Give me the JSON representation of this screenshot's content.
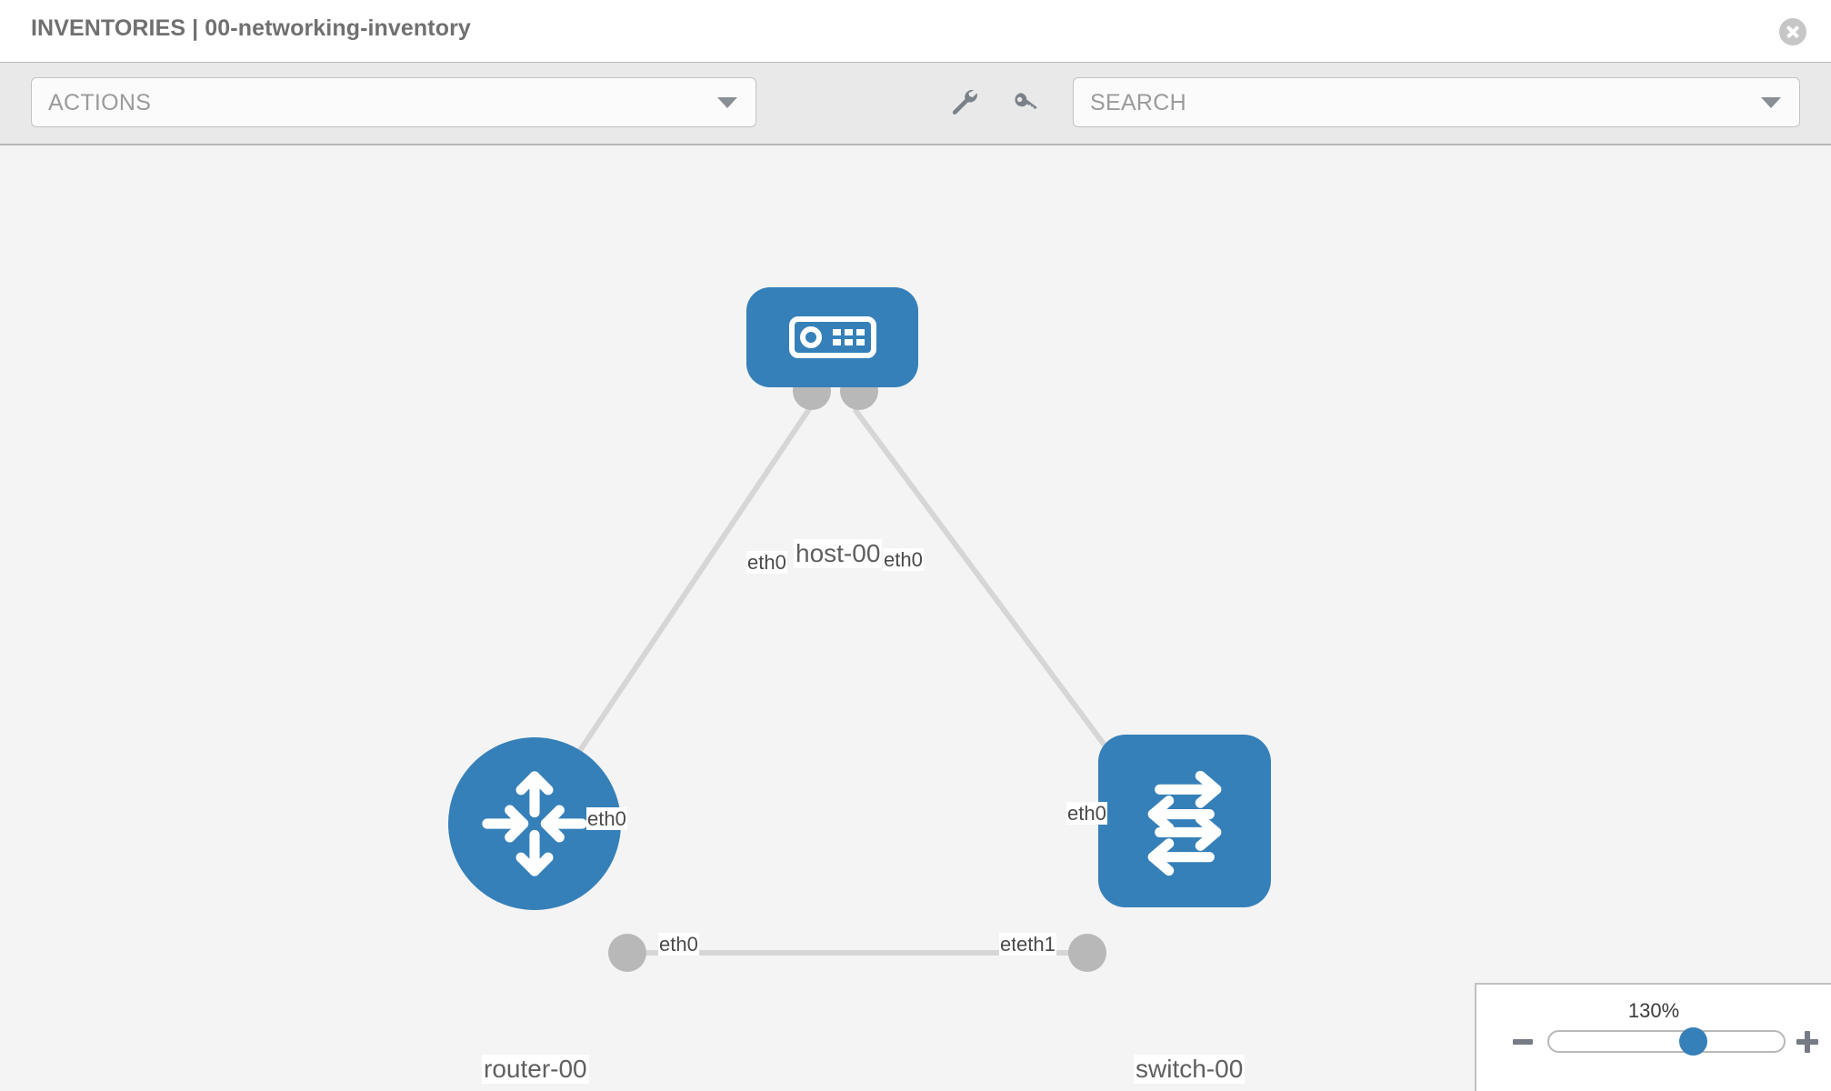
{
  "header": {
    "title": "INVENTORIES | 00-networking-inventory",
    "close_icon": "close-circle-icon"
  },
  "toolbar": {
    "actions_label": "ACTIONS",
    "actions_caret_icon": "chevron-down-icon",
    "wrench_icon": "wrench-icon",
    "key_icon": "key-icon",
    "search_placeholder": "SEARCH",
    "search_value": "",
    "search_caret_icon": "chevron-down-icon"
  },
  "topology": {
    "nodes": [
      {
        "id": "host-00",
        "label": "host-00",
        "type": "host",
        "icon": "server-icon",
        "shape": "rounded-rect",
        "color": "#3580b9"
      },
      {
        "id": "router-00",
        "label": "router-00",
        "type": "router",
        "icon": "router-icon",
        "shape": "circle",
        "color": "#3580b9"
      },
      {
        "id": "switch-00",
        "label": "switch-00",
        "type": "switch",
        "icon": "switch-icon",
        "shape": "rounded-square",
        "color": "#3580b9"
      }
    ],
    "edges": [
      {
        "from": "host-00",
        "to": "router-00",
        "from_interface": "eth0",
        "to_interface": "eth0"
      },
      {
        "from": "host-00",
        "to": "switch-00",
        "from_interface": "eth0",
        "to_interface": "eth0"
      },
      {
        "from": "router-00",
        "to": "switch-00",
        "from_interface": "eth0",
        "to_interface": "eth1",
        "to_interface_overlap": "eth"
      }
    ],
    "edge_color": "#d6d6d6",
    "connector_color": "#b8b8b8"
  },
  "zoom_control": {
    "percent": "130%",
    "minus_icon": "minus-icon",
    "plus_icon": "plus-icon",
    "slider_value": 58
  }
}
